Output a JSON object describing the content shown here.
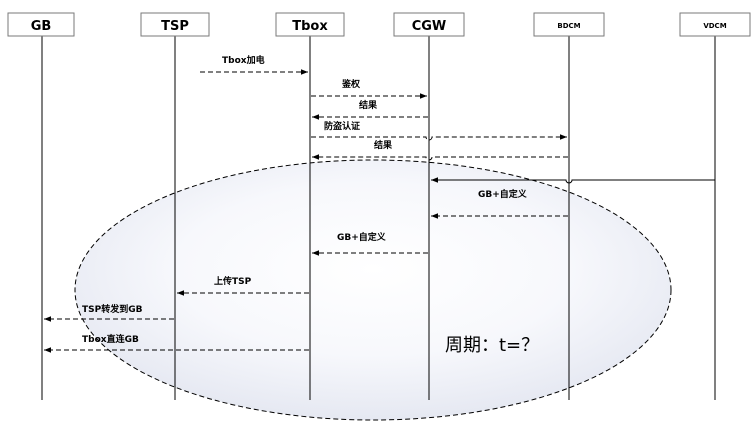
{
  "participants": {
    "gb": "GB",
    "tsp": "TSP",
    "tbox": "Tbox",
    "cgw": "CGW",
    "bdcm": "BDCM",
    "vdcm": "VDCM"
  },
  "messages": {
    "tbox_power_on": "Tbox加电",
    "authenticate": "鉴权",
    "auth_result": "结果",
    "anti_theft_auth": "防盗认证",
    "anti_theft_result": "结果",
    "gb_custom_vdcm": "GB+自定义",
    "gb_custom_cgw": "GB+自定义",
    "upload_tsp": "上传TSP",
    "tsp_forward_gb": "TSP转发到GB",
    "tbox_direct_gb": "Tbox直连GB"
  },
  "annotation": {
    "period": "周期：t=？"
  }
}
